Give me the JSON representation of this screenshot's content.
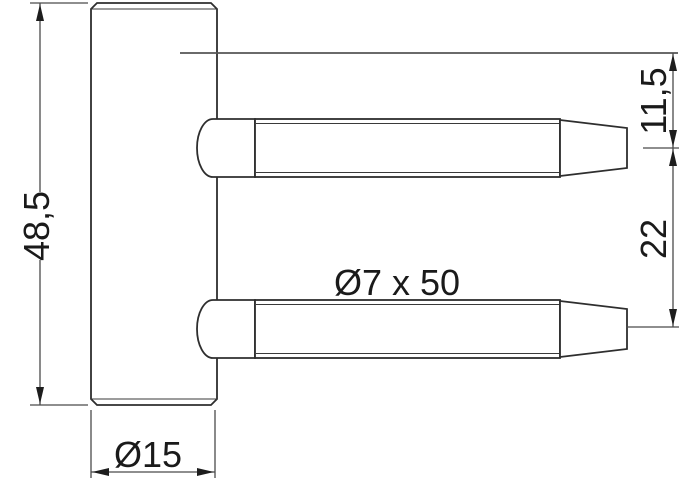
{
  "drawing": {
    "type": "technical-dimension-drawing",
    "part": "drill-in hinge body with two tapered pins",
    "labels": {
      "body_height": "48,5",
      "body_diameter": "Ø15",
      "pin_size": "Ø7 x 50",
      "pin_offset_top": "11,5",
      "pin_center_distance": "22"
    },
    "units": "mm (implied, comma decimal separator)",
    "colors": {
      "background": "#ffffff",
      "part_line": "#2e2e2e",
      "dimension_line": "#4a4a4a",
      "text": "#1a1a1a"
    }
  }
}
